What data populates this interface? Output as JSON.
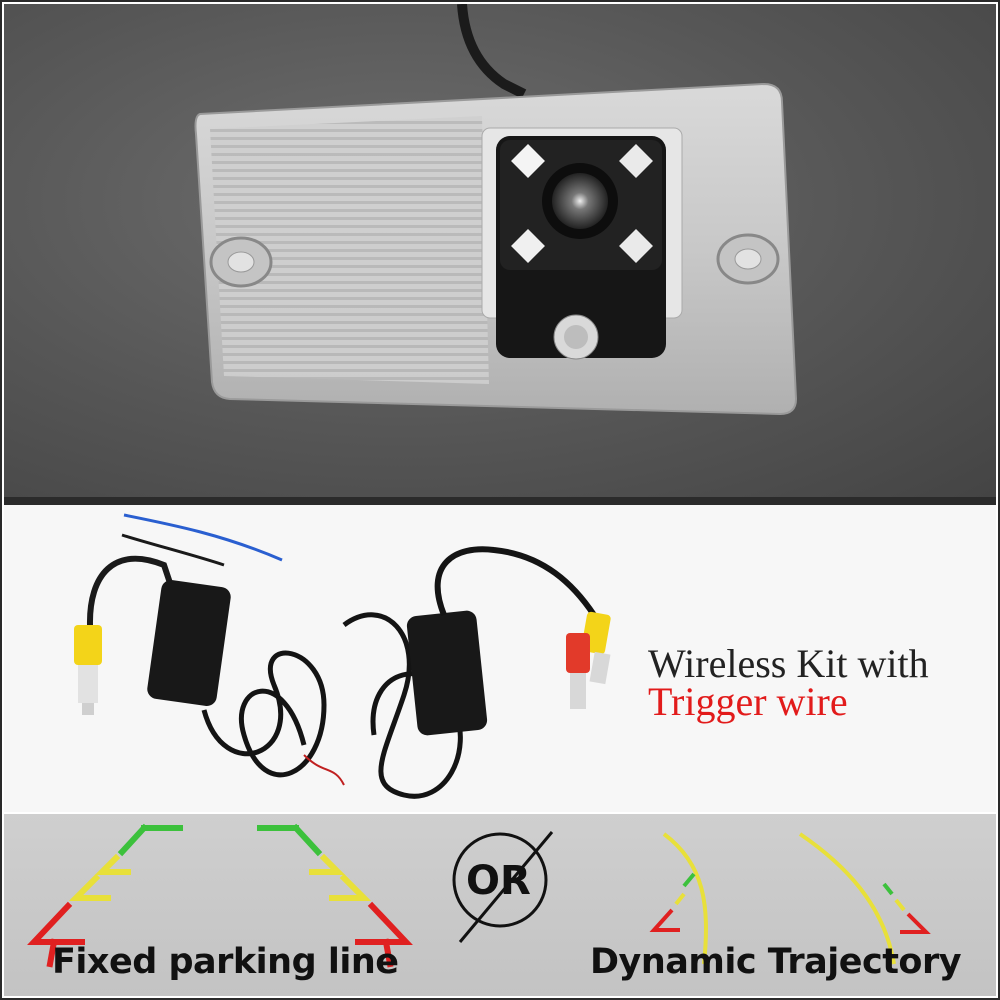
{
  "kit_caption": {
    "line1": "Wireless Kit with",
    "line2": "Trigger wire",
    "line1_color": "#222222",
    "line2_color": "#e21b1b"
  },
  "guidelines": {
    "or_label": "OR",
    "fixed_label": "Fixed parking line",
    "dynamic_label": "Dynamic Trajectory",
    "colors": {
      "green": "#3cc13c",
      "yellow": "#e8e03a",
      "red": "#e02020"
    }
  }
}
